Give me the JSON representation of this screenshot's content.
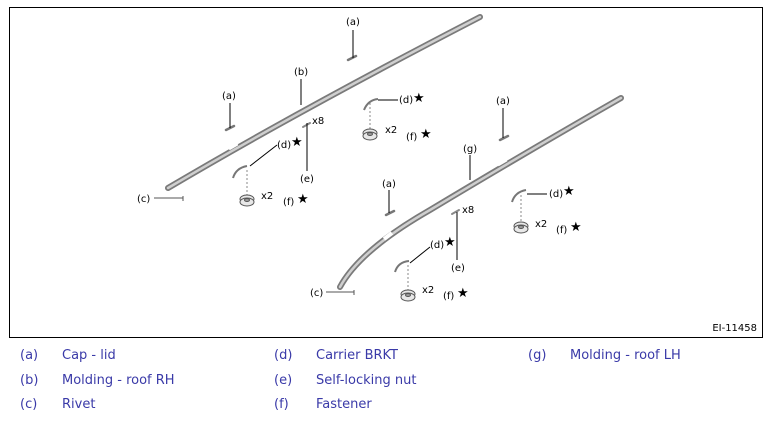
{
  "callouts": {
    "a": "(a)",
    "b": "(b)",
    "c": "(c)",
    "d": "(d)",
    "e": "(e)",
    "f": "(f)",
    "g": "(g)",
    "x2": "x2",
    "x8": "x8",
    "star": "★"
  },
  "figure_id": "EI-11458",
  "legend": [
    {
      "key": "(a)",
      "label": "Cap - lid"
    },
    {
      "key": "(b)",
      "label": "Molding - roof RH"
    },
    {
      "key": "(c)",
      "label": "Rivet"
    },
    {
      "key": "(d)",
      "label": "Carrier BRKT"
    },
    {
      "key": "(e)",
      "label": "Self-locking nut"
    },
    {
      "key": "(f)",
      "label": "Fastener"
    },
    {
      "key": "(g)",
      "label": "Molding - roof LH"
    }
  ],
  "colors": {
    "legend_text": "#3a3aa8",
    "part_gray": "#9a9a9a"
  }
}
